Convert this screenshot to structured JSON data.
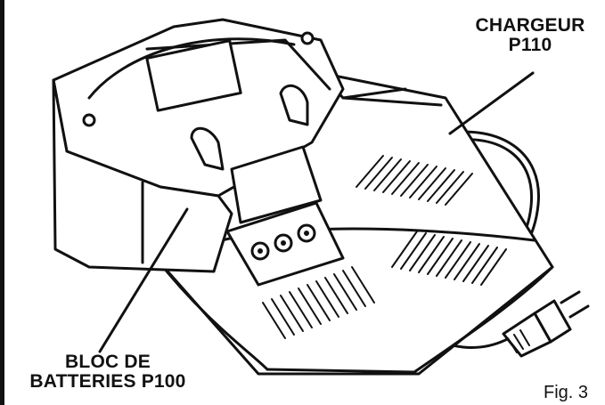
{
  "labels": {
    "charger_line1": "CHARGEUR",
    "charger_line2": "P110",
    "battery_line1": "BLOC DE",
    "battery_line2": "BATTERIES P100",
    "figure_caption": "Fig. 3"
  },
  "colors": {
    "ink": "#111111",
    "paper": "#ffffff"
  }
}
